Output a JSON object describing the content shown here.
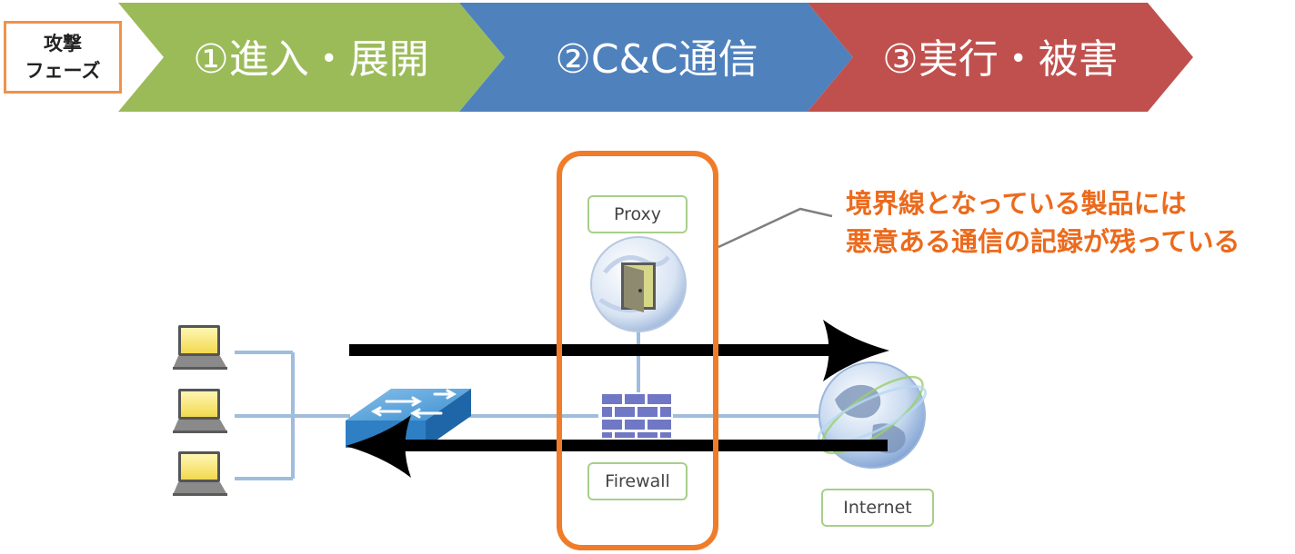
{
  "phase_label": {
    "line1": "攻撃",
    "line2": "フェーズ"
  },
  "phases": [
    {
      "label": "①進入・展開",
      "color": "#9bbb59"
    },
    {
      "label": "②C&C通信",
      "color": "#4f81bd"
    },
    {
      "label": "③実行・被害",
      "color": "#c0504d"
    }
  ],
  "callout": {
    "line1": "境界線となっている製品には",
    "line2": "悪意ある通信の記録が残っている",
    "color": "#ec6a1c"
  },
  "labels": {
    "proxy": "Proxy",
    "firewall": "Firewall",
    "internet": "Internet"
  },
  "colors": {
    "highlight": "#f07c2a",
    "link": "#9fbddc",
    "arrow": "#000000"
  }
}
